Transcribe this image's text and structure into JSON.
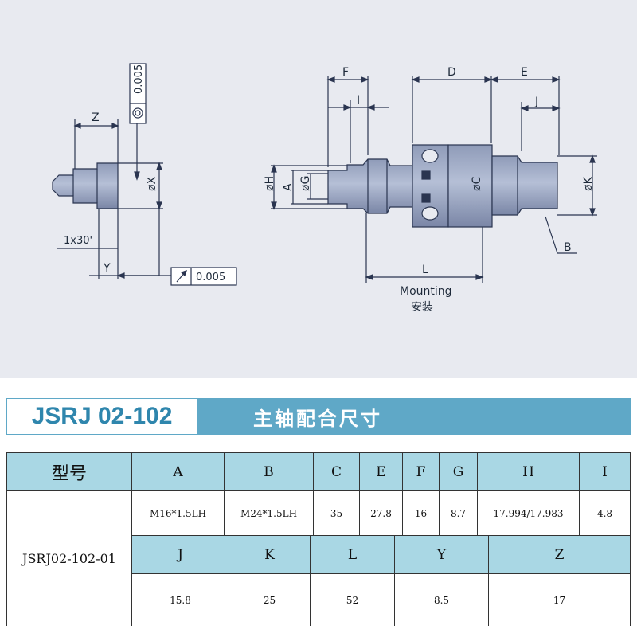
{
  "drawing": {
    "labels": {
      "z": "Z",
      "x": "øX",
      "chamfer": "1x30'",
      "y": "Y",
      "runout_tol": "0.005",
      "conc_tol": "0.005",
      "f": "F",
      "i": "I",
      "d": "D",
      "e": "E",
      "j": "J",
      "h": "øH",
      "a": "A",
      "g": "øG",
      "c": "øC",
      "k": "øK",
      "b": "B",
      "l": "L",
      "mounting": "Mounting",
      "mounting_cn": "安装"
    }
  },
  "banner": {
    "model": "JSRJ 02-102",
    "title": "主轴配合尺寸"
  },
  "table": {
    "model_header": "型号",
    "model_value": "JSRJ02-102-01",
    "row1": [
      {
        "h": "A",
        "v": "M16*1.5LH"
      },
      {
        "h": "B",
        "v": "M24*1.5LH"
      },
      {
        "h": "C",
        "v": "35"
      },
      {
        "h": "E",
        "v": "27.8"
      },
      {
        "h": "F",
        "v": "16"
      },
      {
        "h": "G",
        "v": "8.7"
      },
      {
        "h": "H",
        "v": "17.994/17.983"
      },
      {
        "h": "I",
        "v": "4.8"
      }
    ],
    "row2": [
      {
        "h": "J",
        "v": "15.8"
      },
      {
        "h": "K",
        "v": "25"
      },
      {
        "h": "L",
        "v": "52"
      },
      {
        "h": "Y",
        "v": "8.5"
      },
      {
        "h": "Z",
        "v": "17"
      }
    ]
  }
}
